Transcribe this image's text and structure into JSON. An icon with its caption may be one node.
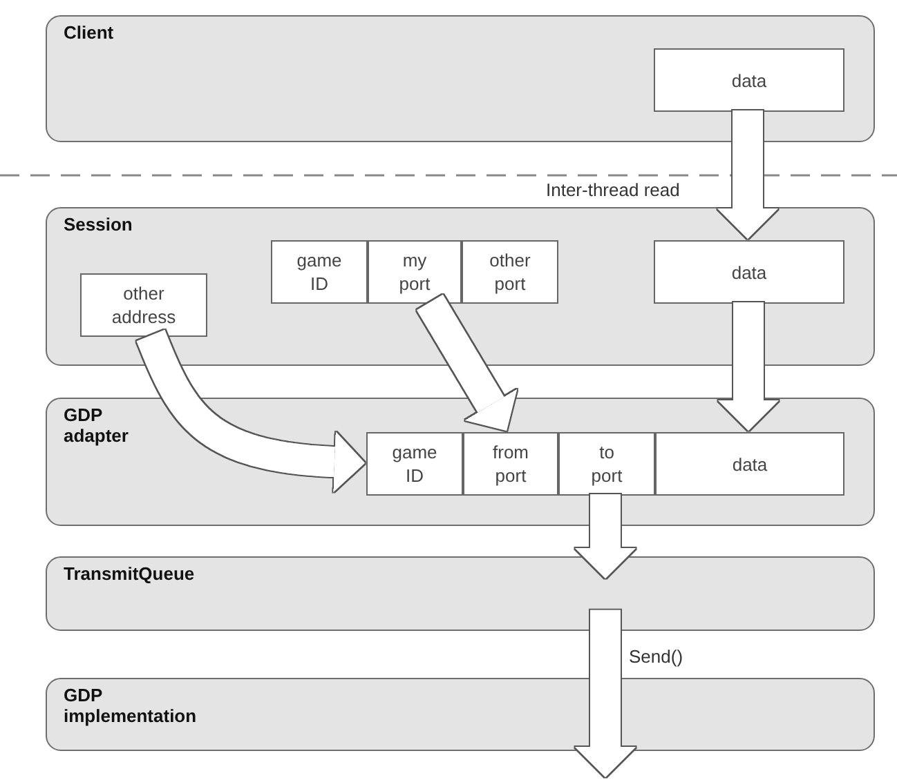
{
  "diagram": {
    "nodes": [
      {
        "text": [
          "Client"
        ]
      },
      {
        "text": [
          "data"
        ],
        "in": 0
      },
      {
        "text": [
          "Session"
        ]
      },
      {
        "text": [
          "game ID"
        ],
        "in": 2
      },
      {
        "text": [
          "my port"
        ],
        "in": 2
      },
      {
        "text": [
          "other port"
        ],
        "in": 2
      },
      {
        "text": [
          "data"
        ],
        "in": 2
      },
      {
        "text": [
          "other address"
        ],
        "in": 2
      },
      {
        "text": [
          "GDP adapter"
        ]
      },
      {
        "text": [
          "game ID"
        ],
        "in": 8
      },
      {
        "text": [
          "from port"
        ],
        "in": 8
      },
      {
        "text": [
          "to port"
        ],
        "in": 8
      },
      {
        "text": [
          "data"
        ],
        "in": 8
      },
      {
        "text": [
          "TransmitQueue"
        ]
      },
      {
        "text": [
          "GDP implementation"
        ]
      }
    ],
    "edges": [
      {
        "from": 1,
        "to": 6,
        "arrow": "to",
        "label": "Inter-thread read"
      },
      {
        "from": 7,
        "to": 9,
        "arrow": "to"
      },
      {
        "from": 4,
        "to": 10,
        "arrow": "to"
      },
      {
        "from": 6,
        "to": 12,
        "arrow": "to"
      },
      {
        "from": 11,
        "to": 13,
        "arrow": "to"
      },
      {
        "from": 13,
        "to": 14,
        "arrow": "to",
        "label": "Send()"
      }
    ]
  }
}
